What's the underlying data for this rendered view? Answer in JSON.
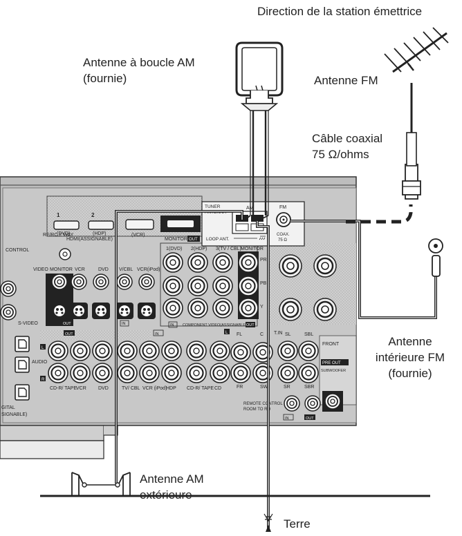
{
  "labels": {
    "direction": "Direction de la station émettrice",
    "am_loop_1": "Antenne à boucle AM",
    "am_loop_2": "(fournie)",
    "fm_antenna": "Antenne FM",
    "coax_1": "Câble coaxial",
    "coax_2": "75 Ω/ohms",
    "fm_indoor_1": "Antenne",
    "fm_indoor_2": "intérieure FM",
    "fm_indoor_3": "(fournie)",
    "am_outdoor_1": "Antenne AM",
    "am_outdoor_2": "extérieure",
    "ground": "Terre"
  },
  "receiver": {
    "tuner": "TUNER",
    "antenna": "ANTENNA",
    "am": "AM",
    "fm": "FM",
    "loop_ant": "LOOP ANT.",
    "coax": "COAX.",
    "ohm": "75 Ω",
    "monitor_out": "MONITOR",
    "out": "OUT",
    "in": "IN",
    "control": "CONTROL",
    "rf_rc": "RF/RC 2 WAY",
    "video": "VIDEO",
    "monitor": "MONITOR",
    "vcr": "VCR",
    "dvd": "DVD",
    "tv_cbl": "V/CBL",
    "vcr_ipod": "VCR(iPod)",
    "s_video": "S-VIDEO",
    "audio": "AUDIO",
    "hdmi_1": "1",
    "hdmi_2": "2",
    "hdmi_dvd": "(DVD)",
    "hdmi_hdp": "(HDP)",
    "hdmi_vcr": "(VCR)",
    "hdmi_assignable": "HDMI(ASSIGNABLE)",
    "comp_1": "1(DVD)",
    "comp_2": "2(HDP)",
    "comp_3": "3(TV / CBL)",
    "comp_assignable": "COMPONENT VIDEO(ASSIGNABLE)",
    "pr": "PR",
    "pb": "PB",
    "y": "Y",
    "cdr_tape": "CD-R/ TAPE",
    "vcr2": "VCR",
    "dvd2": "DVD",
    "tv2": "TV/ CBL",
    "vcr_ipod2": "VCR (iPod)",
    "hdp": "HDP",
    "cdr_tape2": "CD-R/ TAPE",
    "cd": "CD",
    "fl": "FL",
    "c": "C",
    "fr": "FR",
    "sw": "SW",
    "t_in": "T.IN",
    "sl": "SL",
    "sbl": "SBL",
    "sr": "SR",
    "sbr": "SBR",
    "front": "FRONT",
    "pre_out": "PRE OUT",
    "subwoofer": "SUBWOOFER",
    "remote": "REMOTE CONTROL",
    "room_to_room": "ROOM TO RO",
    "digital": "GITAL",
    "assignable": "SIGNABLE)",
    "l": "L",
    "r": "R"
  }
}
